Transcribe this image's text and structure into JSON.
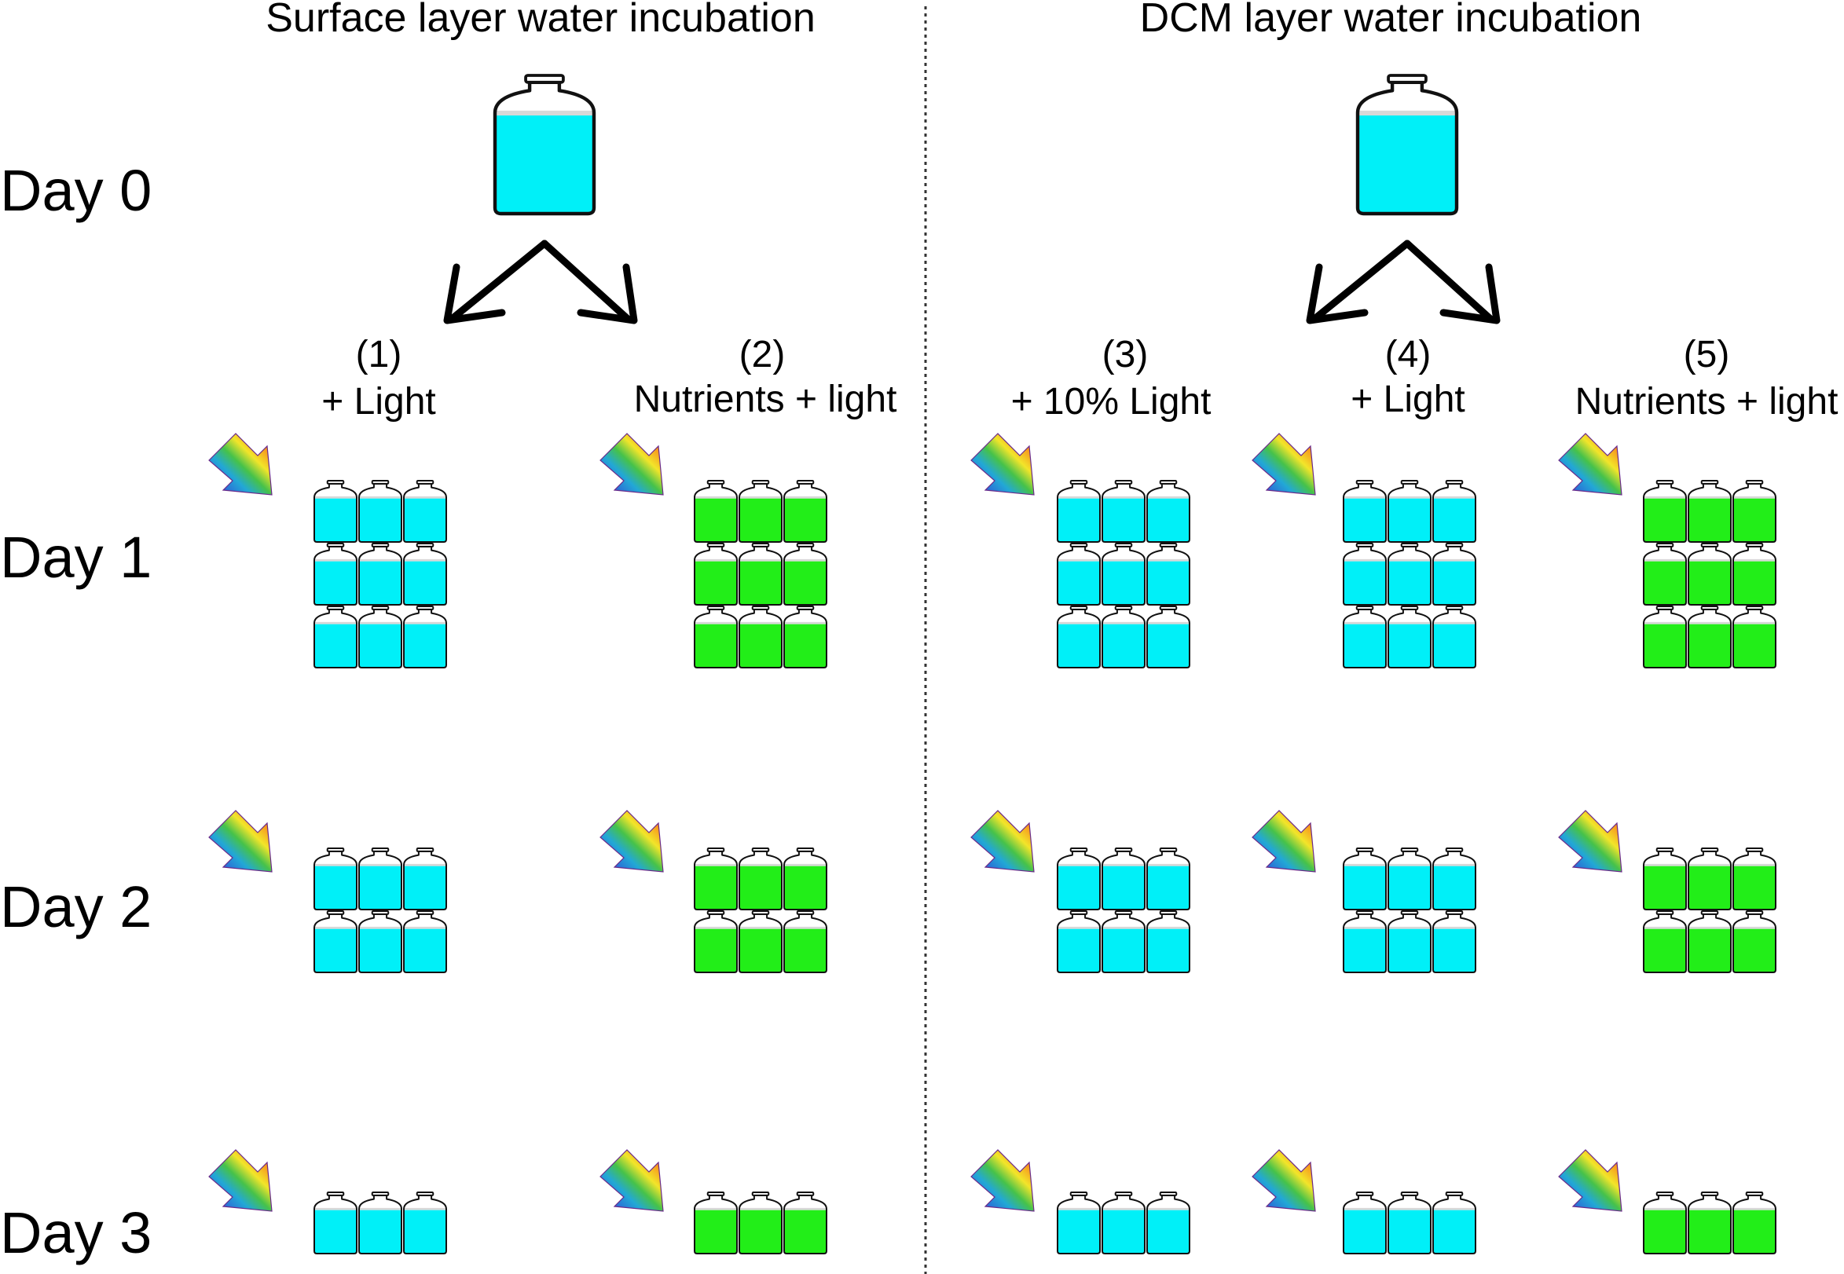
{
  "colors": {
    "water_blue": "#00f0f8",
    "nutrient_green": "#22ee18",
    "outline": "#111111",
    "divider": "#333333",
    "light_gradient": [
      "#7f2fa0",
      "#2b6fd6",
      "#22a8d6",
      "#46c24a",
      "#f2e52a",
      "#f79a1e",
      "#e2251f"
    ]
  },
  "icons": {
    "source_bottle": "large-bottle-icon",
    "incubation_bottle": "small-bottle-icon",
    "light": "rainbow-light-arrow-icon",
    "split": "split-arrow-icon"
  },
  "sections": [
    {
      "title": "Surface layer water incubation",
      "treatments": [
        {
          "number": "(1)",
          "name": "+ Light",
          "medium": "water"
        },
        {
          "number": "(2)",
          "name": "Nutrients + light",
          "medium": "nutrient"
        }
      ]
    },
    {
      "title": "DCM layer water incubation",
      "treatments": [
        {
          "number": "(3)",
          "name": "+ 10% Light",
          "medium": "water"
        },
        {
          "number": "(4)",
          "name": "+ Light",
          "medium": "water"
        },
        {
          "number": "(5)",
          "name": "Nutrients + light",
          "medium": "nutrient"
        }
      ]
    }
  ],
  "days": [
    {
      "label": "Day 0",
      "bottle_rows": 0
    },
    {
      "label": "Day 1",
      "bottle_rows": 3
    },
    {
      "label": "Day 2",
      "bottle_rows": 2
    },
    {
      "label": "Day 3",
      "bottle_rows": 1
    }
  ],
  "bottles_per_row": 3
}
